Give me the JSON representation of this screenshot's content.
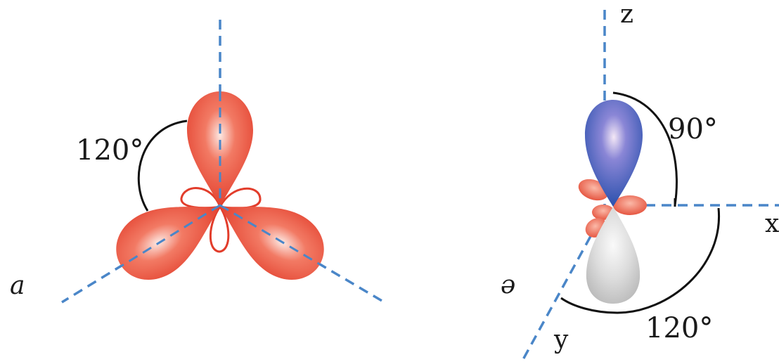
{
  "panels": [
    {
      "label": "a",
      "angle_label": "120°"
    },
    {
      "label": "ә",
      "angle_label_top": "90°",
      "angle_label_bottom": "120°",
      "axes": {
        "z": "z",
        "x": "x",
        "y": "y"
      }
    }
  ],
  "colors": {
    "lobe_red": "#e8402f",
    "lobe_blue": "#2a4fb0",
    "lobe_grey": "#c8c8c8",
    "axis": "#4a86c8",
    "arc": "#111111"
  }
}
